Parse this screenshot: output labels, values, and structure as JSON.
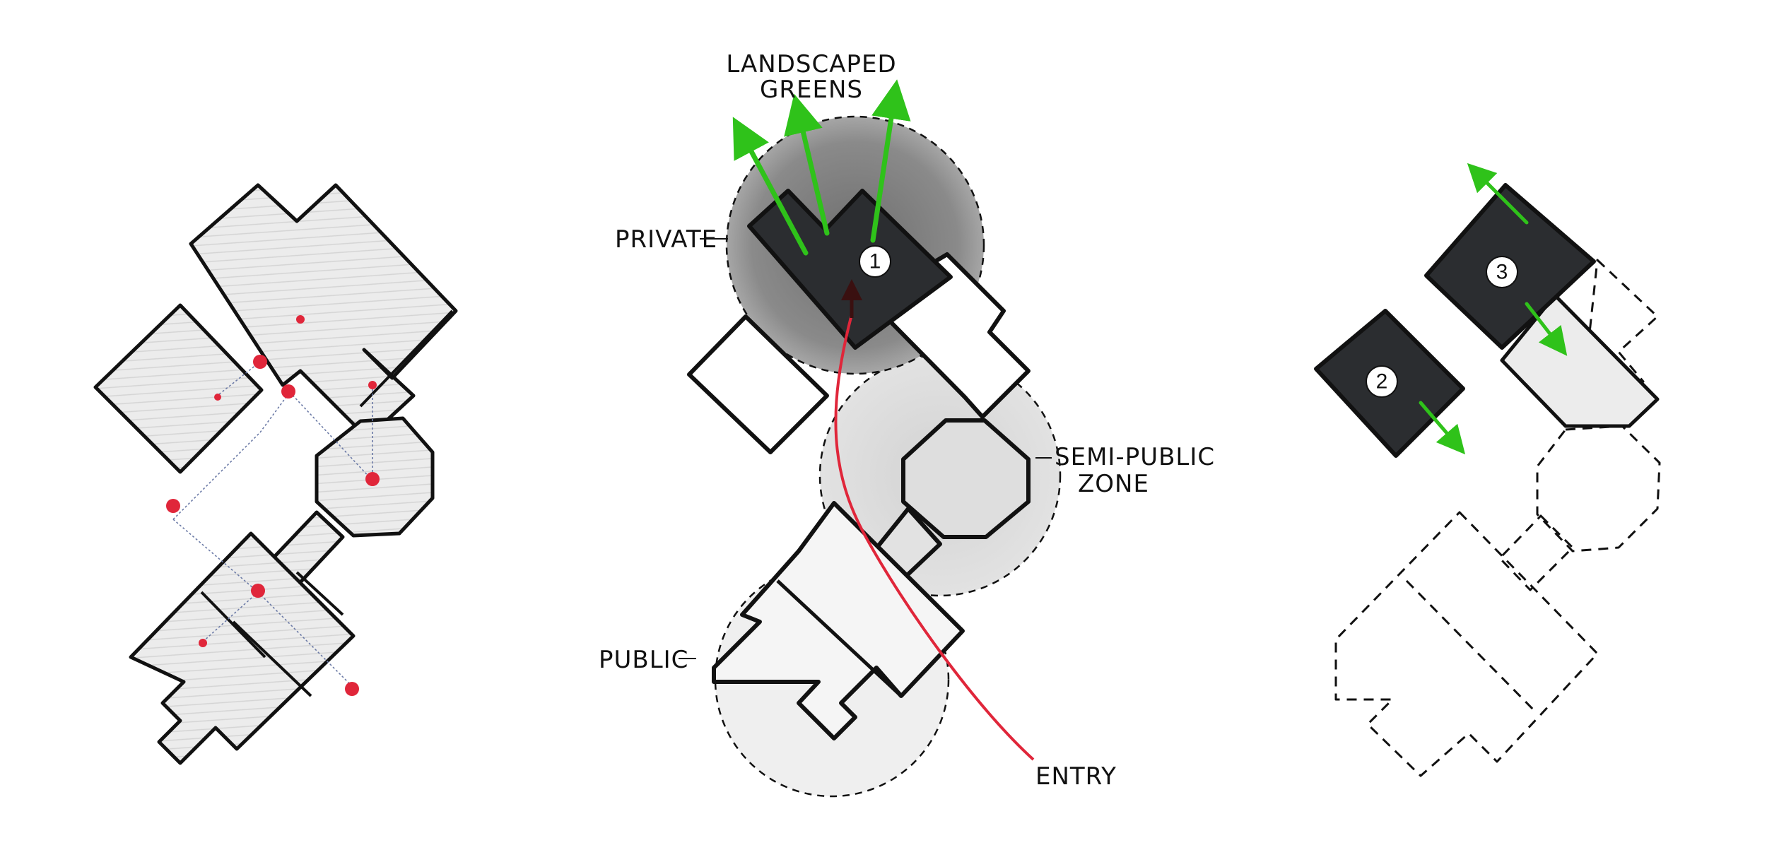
{
  "diagram": {
    "labels": {
      "landscaped_line1": "LANDSCAPED",
      "landscaped_line2": "GREENS",
      "private": "PRIVATE",
      "semi_public_line1": "SEMI-PUBLIC",
      "semi_public_line2": "ZONE",
      "public": "PUBLIC",
      "entry": "ENTRY"
    },
    "markers": [
      "1",
      "2",
      "3"
    ],
    "colors": {
      "outline": "#111111",
      "hatch_fill": "#ececec",
      "dark_mass": "#2b2d30",
      "private_zone": "#7a7a7a",
      "semi_zone": "#d9d9d9",
      "public_zone": "#efefef",
      "green_arrow": "#2fc21a",
      "entry_path": "#e0263a",
      "red_dot": "#e0263a",
      "axis_line": "#6b7aa6"
    }
  }
}
